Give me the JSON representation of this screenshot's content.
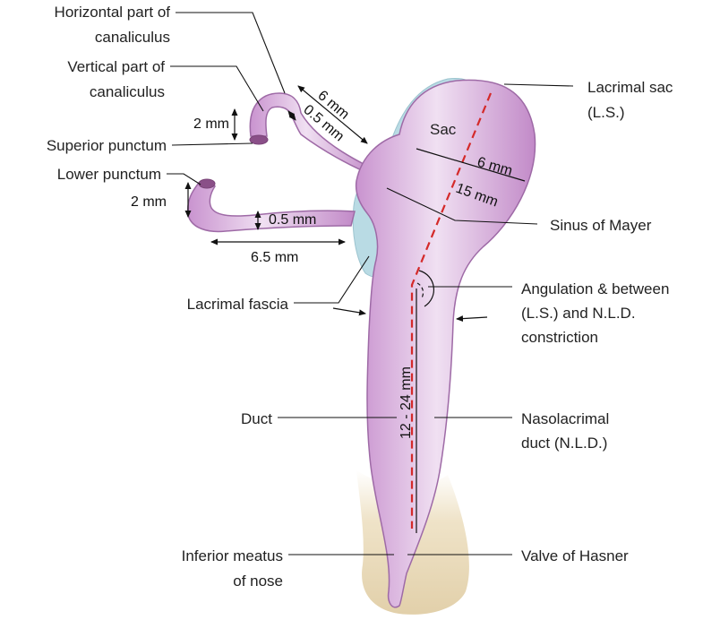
{
  "labels": {
    "horizontal_canaliculus_1": "Horizontal part of",
    "horizontal_canaliculus_2": "canaliculus",
    "vertical_canaliculus_1": "Vertical part of",
    "vertical_canaliculus_2": "canaliculus",
    "superior_punctum": "Superior punctum",
    "lower_punctum": "Lower punctum",
    "lacrimal_sac_1": "Lacrimal sac",
    "lacrimal_sac_2": "(L.S.)",
    "sac": "Sac",
    "sinus_of_mayer": "Sinus of Mayer",
    "lacrimal_fascia": "Lacrimal fascia",
    "angulation_1": "Angulation & between",
    "angulation_2": "(L.S.) and N.L.D.",
    "angulation_3": "constriction",
    "duct": "Duct",
    "nld_1": "Nasolacrimal",
    "nld_2": "duct (N.L.D.)",
    "inferior_meatus_1": "Inferior meatus",
    "inferior_meatus_2": "of nose",
    "valve_of_hasner": "Valve of Hasner"
  },
  "measurements": {
    "upper_vertical": "2 mm",
    "upper_horizontal_length": "6 mm",
    "upper_diameter": "0.5 mm",
    "lower_vertical": "2 mm",
    "lower_diameter": "0.5 mm",
    "lower_horizontal_length": "6.5 mm",
    "sac_width": "6 mm",
    "sac_length": "15 mm",
    "duct_length": "12 - 24 mm"
  },
  "colors": {
    "system_fill": "#cf9fd4",
    "system_highlight": "#f3e4f4",
    "system_outline": "#9e6aa6",
    "fascia": "#b9dbe4",
    "nose_tissue": "#e6d6b4",
    "axis_dashed": "#d42a2a"
  }
}
